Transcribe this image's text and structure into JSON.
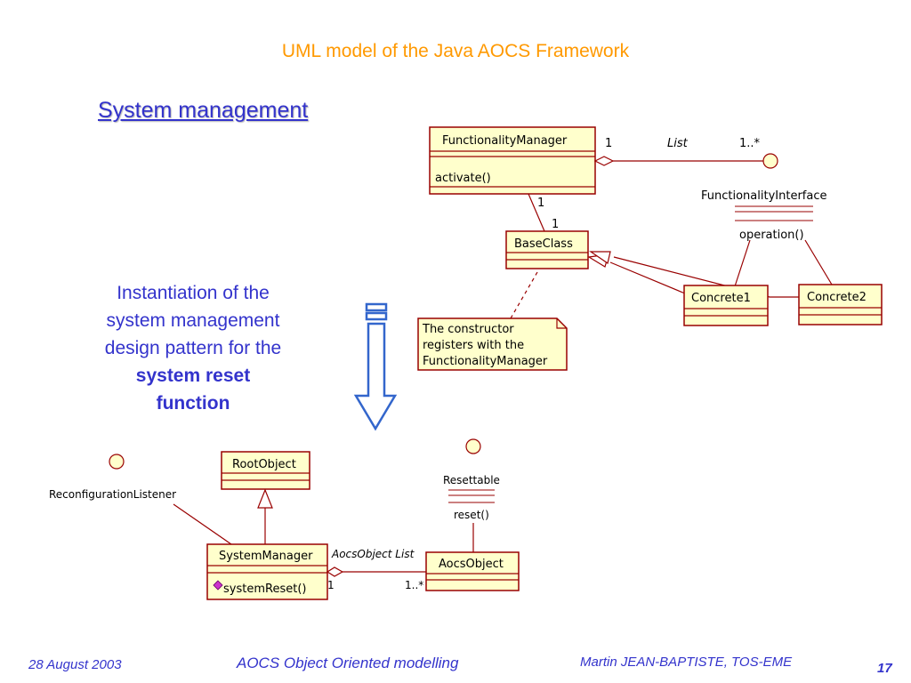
{
  "slide": {
    "title": "UML model of the Java AOCS Framework",
    "section_link": "System management",
    "caption": {
      "line1": "Instantiation of the",
      "line2": "system management",
      "line3": "design pattern for the",
      "bold1": "system reset",
      "bold2": "function"
    }
  },
  "top_diagram": {
    "functionality_manager": {
      "name": "FunctionalityManager",
      "operation": "activate()"
    },
    "list_association": {
      "label": "List",
      "mult_left": "1",
      "mult_right": "1..*"
    },
    "functionality_interface": {
      "name": "FunctionalityInterface",
      "operation": "operation()"
    },
    "base_class": {
      "name": "BaseClass"
    },
    "base_assoc": {
      "mult_top": "1",
      "mult_bottom": "1"
    },
    "concrete1": {
      "name": "Concrete1"
    },
    "concrete2": {
      "name": "Concrete2"
    },
    "note": {
      "line1": "The constructor",
      "line2": "registers with the",
      "line3": "FunctionalityManager"
    }
  },
  "bottom_diagram": {
    "reconfiguration_listener": "ReconfigurationListener",
    "root_object": "RootObject",
    "system_manager": {
      "name": "SystemManager",
      "operation": "systemReset()"
    },
    "list_association": {
      "label": "AocsObject List",
      "mult_left": "1",
      "mult_right": "1..*"
    },
    "resettable": {
      "name": "Resettable",
      "operation": "reset()"
    },
    "aocs_object": "AocsObject"
  },
  "footer": {
    "date": "28 August 2003",
    "center": "AOCS Object Oriented modelling",
    "author": "Martin JEAN-BAPTISTE, TOS-EME",
    "page": "17"
  },
  "colors": {
    "title": "#ff9900",
    "text_blue": "#3333cc",
    "class_fill": "#ffffcc",
    "class_border": "#990000",
    "arrow_blue": "#3366cc"
  }
}
